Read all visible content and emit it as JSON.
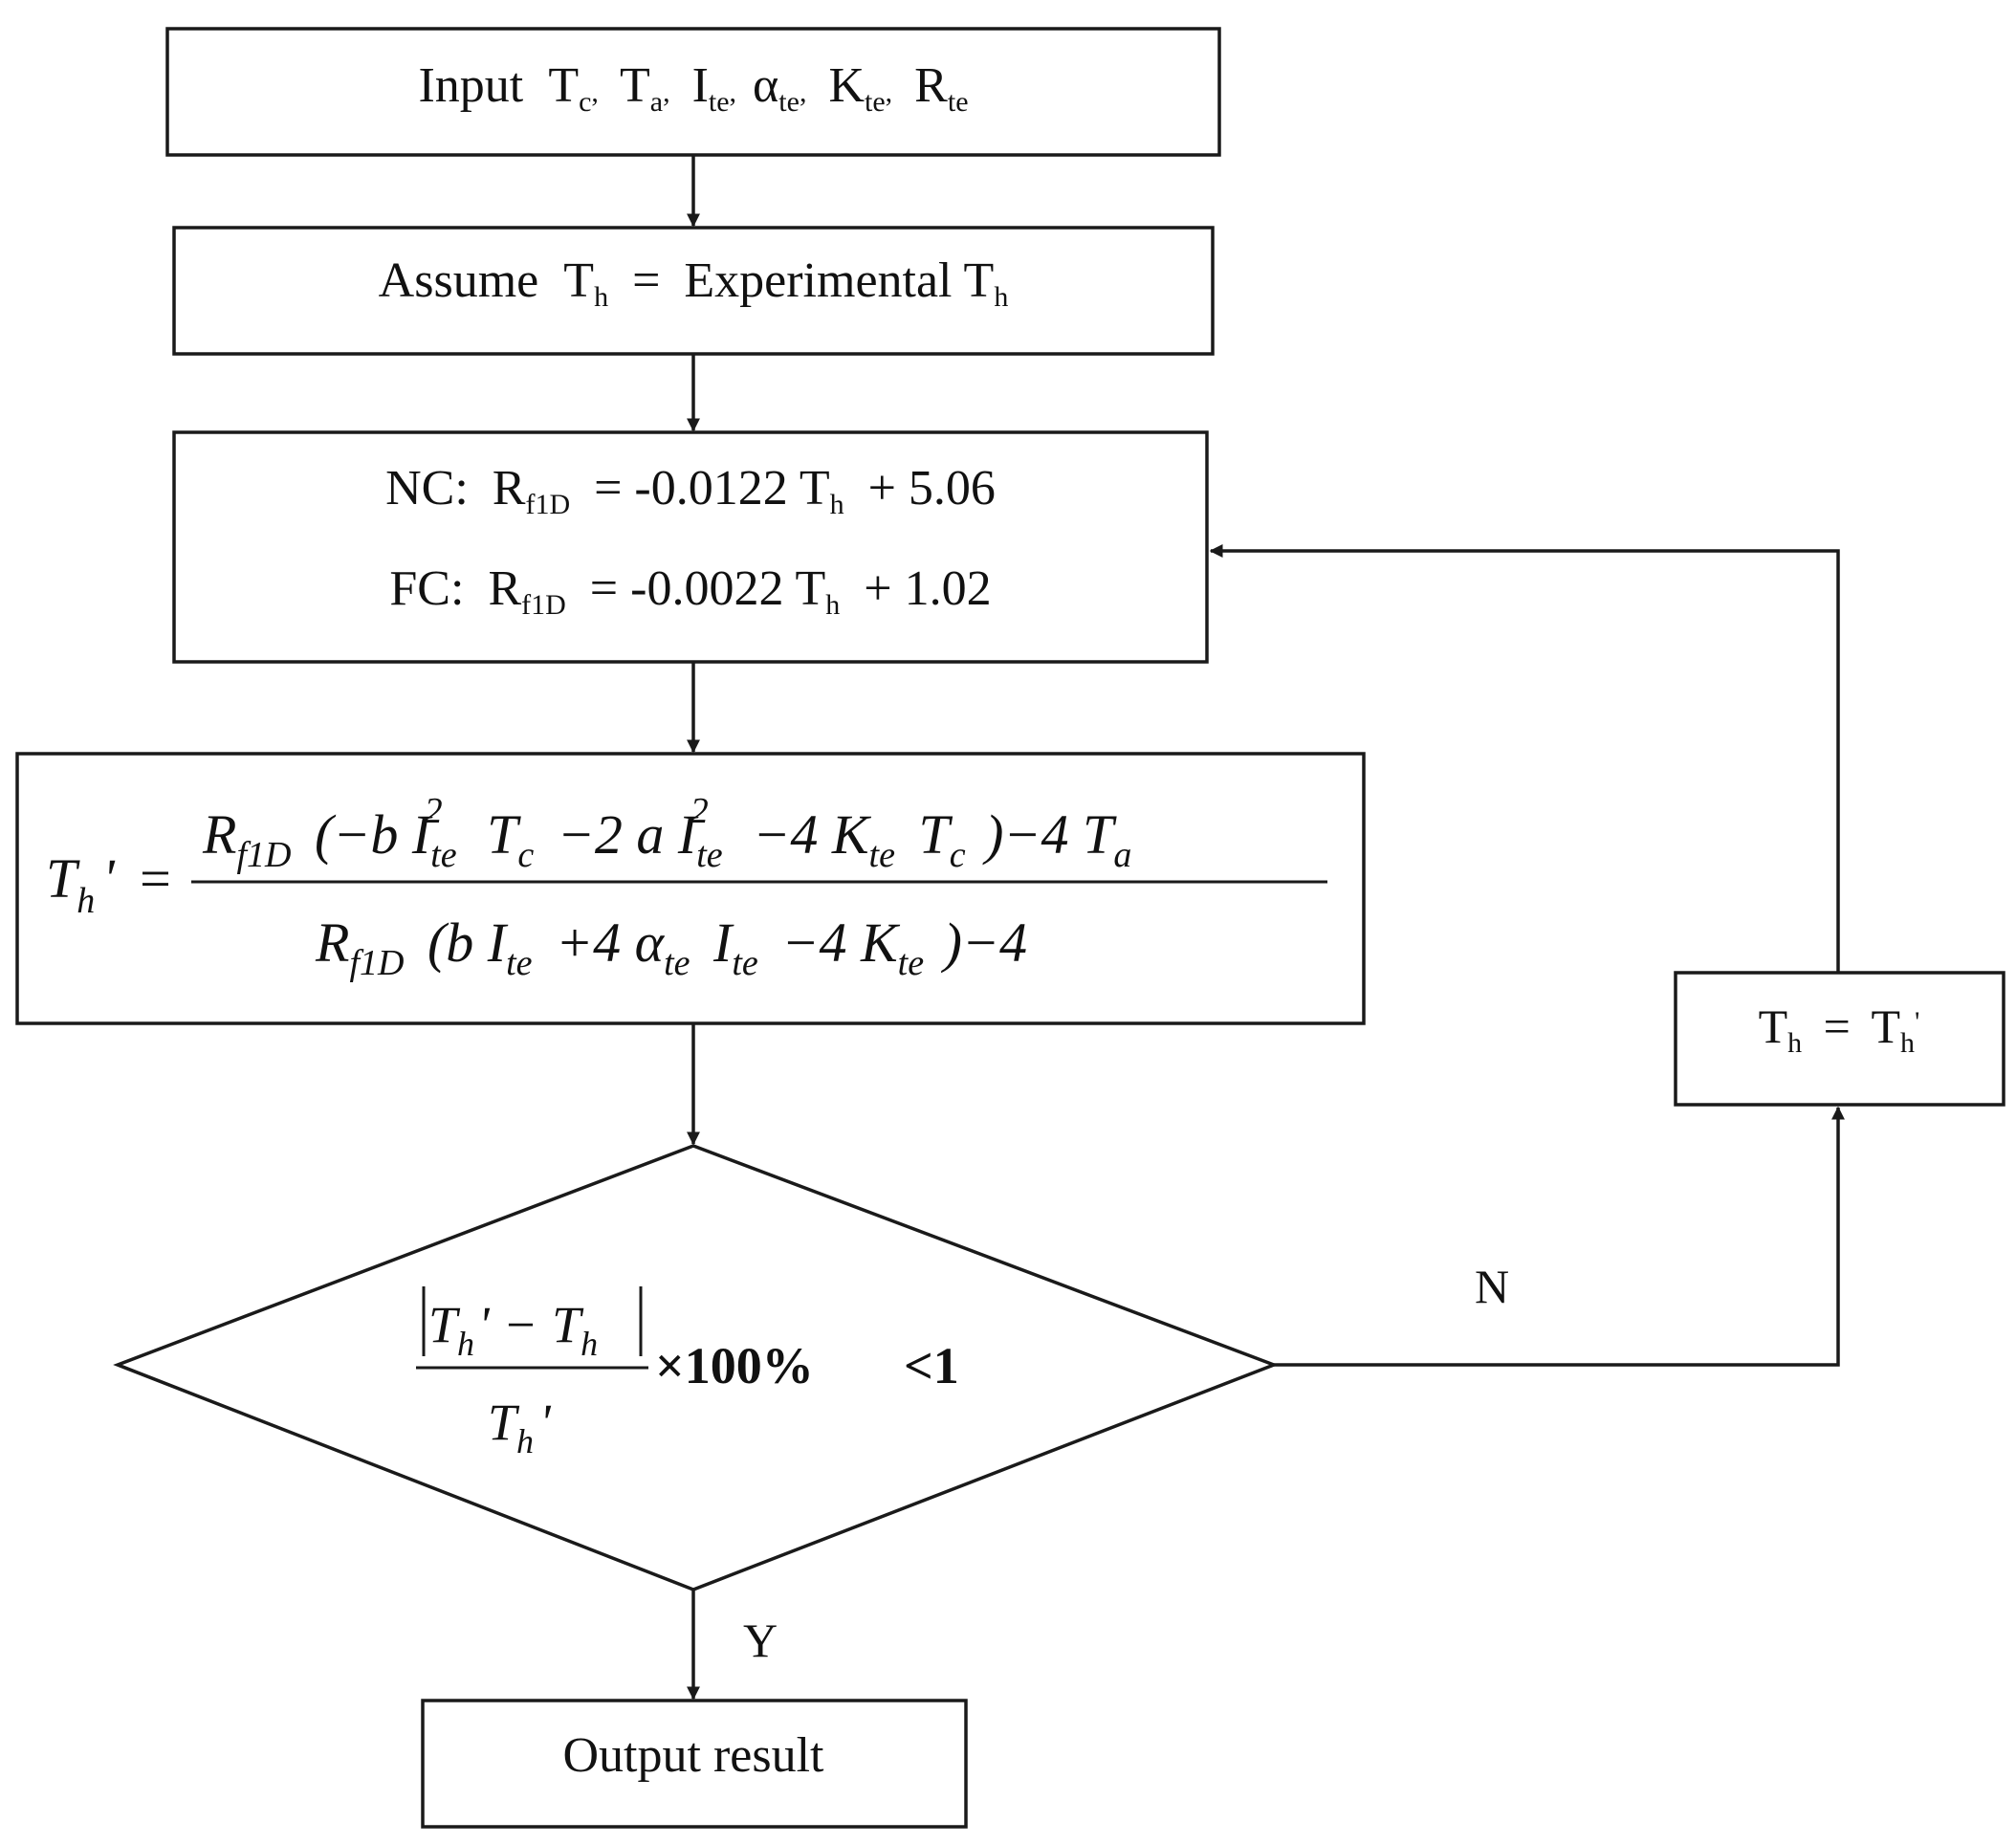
{
  "input_box": {
    "prefix": "Input",
    "vars": [
      {
        "base": "T",
        "sub": "c"
      },
      {
        "base": "T",
        "sub": "a"
      },
      {
        "base": "I",
        "sub": "te"
      },
      {
        "base": "α",
        "sub": "te"
      },
      {
        "base": "K",
        "sub": "te"
      },
      {
        "base": "R",
        "sub": "te"
      }
    ]
  },
  "assume_box": {
    "word": "Assume",
    "lhs": "T",
    "lhs_sub": "h",
    "eq": "=",
    "rhs": "Experimental T",
    "rhs_sub": "h"
  },
  "rf_box": {
    "line1": {
      "label": "NC:",
      "var": "R",
      "var_sub": "f1D",
      "mid": "= -0.0122 T",
      "mid_sub": "h",
      "tail": "+ 5.06"
    },
    "line2": {
      "label": "FC:",
      "var": "R",
      "var_sub": "f1D",
      "mid": "= -0.0022 T",
      "mid_sub": "h",
      "tail": "+ 1.02"
    }
  },
  "formula_box": {
    "lhs": "T",
    "lhs_sub": "h",
    "lhs_prime": "'",
    "eq": "=",
    "num": {
      "r": "R",
      "r_sub": "f1D",
      "open": "(−b I",
      "i1_sub": "te",
      "i1_sup": "2",
      "t1": "T",
      "t1_sub": "c",
      "mid": "−2 a I",
      "i2_sub": "te",
      "i2_sup": "2",
      "mid2": "−4 K",
      "k_sub": "te",
      "t2": "T",
      "t2_sub": "c",
      "close": ")−4 T",
      "ta_sub": "a"
    },
    "den": {
      "r": "R",
      "r_sub": "f1D",
      "open": "(b I",
      "i1_sub": "te",
      "mid": "+4 α",
      "a_sub": "te",
      "i2": "I",
      "i2_sub": "te",
      "mid2": "−4 K",
      "k_sub": "te",
      "close": ")−4"
    }
  },
  "decision": {
    "num_t1": "T",
    "num_t1_sub": "h",
    "num_prime": "'",
    "num_minus": "−",
    "num_t2": "T",
    "num_t2_sub": "h",
    "den_t": "T",
    "den_t_sub": "h",
    "den_prime": "'",
    "times": "×100%",
    "cond": "<1"
  },
  "update_box": {
    "lhs": "T",
    "lhs_sub": "h",
    "eq": "=",
    "rhs": "T",
    "rhs_sub": "h",
    "rhs_prime": "'"
  },
  "labels": {
    "no": "N",
    "yes": "Y"
  },
  "output_box": {
    "text": "Output result"
  }
}
